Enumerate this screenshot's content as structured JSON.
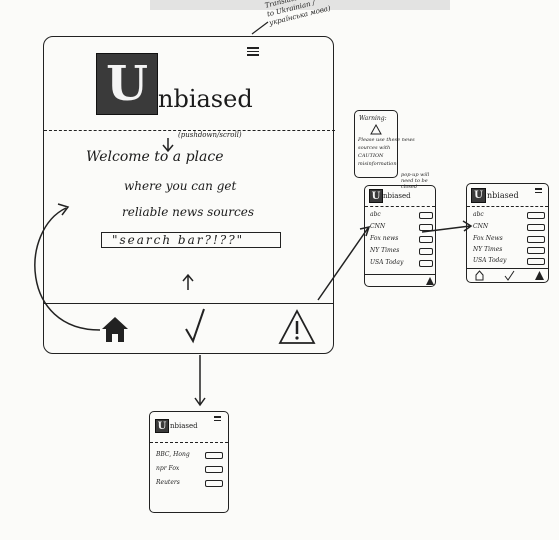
{
  "main": {
    "translate_note": "Translate the page (i.e. to Ukrainian / українська мова)",
    "logo_letter": "U",
    "brand_rest": "nbiased",
    "pushdown_note": "(pushdown/scroll)",
    "welcome_lines": [
      "Welcome to a place",
      "where you can get",
      "reliable news sources"
    ],
    "search_placeholder": "\"search bar?!??\""
  },
  "warning_screen": {
    "header": "Warning:",
    "warning_lines": [
      "Please use these news",
      "sources with",
      "CAUTION",
      "misinformation"
    ],
    "brand": "nbiased",
    "popup_note": "pop-up will need to be closed",
    "items": [
      "abc",
      "CNN",
      "Fox news",
      "NY Times",
      "USA Today"
    ]
  },
  "list_screen": {
    "brand": "nbiased",
    "items": [
      "abc",
      "CNN",
      "Fox News",
      "NY Times",
      "USA Today"
    ]
  },
  "check_screen": {
    "brand": "nbiased",
    "items": [
      "BBC, Hong",
      "npr Fox",
      "Reuters"
    ]
  }
}
